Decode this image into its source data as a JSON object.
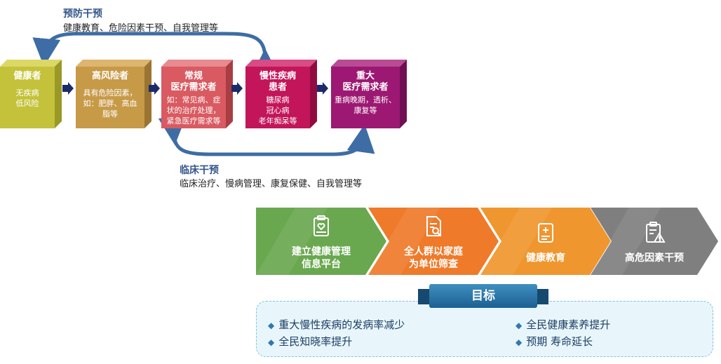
{
  "top_caption": {
    "title": "预防干预",
    "subtitle": "健康教育、危险因素干预、自我管理等"
  },
  "bottom_caption": {
    "title": "临床干预",
    "subtitle": "临床治疗、慢病管理、康复保健、自我管理等"
  },
  "stages": [
    {
      "title": "健康者",
      "desc": "无疾病\n低风险",
      "front": "#c4c23a",
      "top": "#dcd866",
      "side": "#9a9826"
    },
    {
      "title": "高风险者",
      "desc": "具有危险因素，\n如：肥胖、高血\n脂等",
      "front": "#c79a48",
      "top": "#ddb56f",
      "side": "#9a7430"
    },
    {
      "title": "常规\n医疗需求者",
      "desc": "如：常见病、症\n状的治疗处理，\n紧急医疗需求等",
      "front": "#d95a61",
      "top": "#e88a8f",
      "side": "#a83e44"
    },
    {
      "title": "慢性疾病\n患者",
      "desc": "糖尿病\n冠心病\n老年痴呆等",
      "front": "#c3155a",
      "top": "#d94b84",
      "side": "#900c40"
    },
    {
      "title": "重大\n医疗需求者",
      "desc": "重病晚期，透析、\n康复等",
      "front": "#9c1872",
      "top": "#b94b95",
      "side": "#701052"
    }
  ],
  "chevrons": [
    {
      "label": "建立健康管理\n信息平台",
      "icon": "clipboard-heart-icon",
      "color": "#6aa84f"
    },
    {
      "label": "全人群以家庭\n为单位筛查",
      "icon": "document-search-icon",
      "color": "#ee7a2a"
    },
    {
      "label": "健康教育",
      "icon": "medical-file-icon",
      "color": "#f0962e"
    },
    {
      "label": "高危因素干预",
      "icon": "clipboard-warning-icon",
      "color": "#7f7f7f"
    }
  ],
  "goals": {
    "title": "目标",
    "items": [
      "重大慢性疾病的发病率减少",
      "全民健康素养提升",
      "全民知晓率提升",
      "预期 寿命延长"
    ]
  },
  "colors": {
    "arrow_blue": "#3d6da4",
    "connector": "#1c2a6b"
  }
}
